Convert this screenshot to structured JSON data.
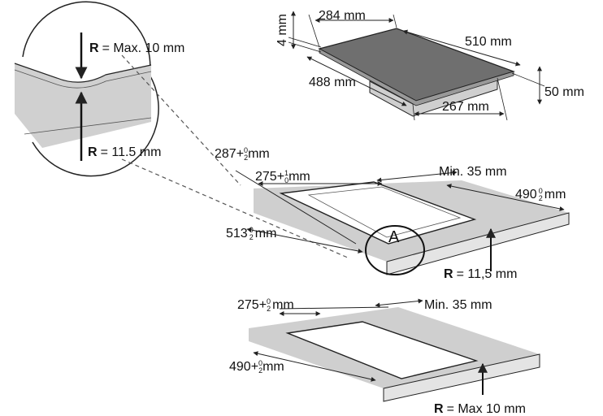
{
  "hob": {
    "depth_top": "284 mm",
    "width": "510 mm",
    "thickness": "4 mm",
    "depth_bottom": "488 mm",
    "inner_width": "267 mm",
    "height": "50 mm"
  },
  "detail": {
    "r_top_prefix": "R",
    "r_top_value": "= Max. 10 mm",
    "r_bottom_prefix": "R",
    "r_bottom_value": "= 11.5 mm"
  },
  "cutout_a": {
    "dim_287": "287+",
    "dim_287_tol_top": "0",
    "dim_287_tol_bot": "2",
    "dim_287_unit": "mm",
    "dim_275": "275+",
    "dim_275_tol_top": "1",
    "dim_275_tol_bot": "0",
    "dim_275_unit": "mm",
    "min": "Min. 35 mm",
    "dim_490": "490",
    "dim_490_tol_top": "0",
    "dim_490_tol_bot": "2",
    "dim_490_unit": "mm",
    "dim_513": "513",
    "dim_513_tol_top": "0",
    "dim_513_tol_bot": "2",
    "dim_513_unit": "mm",
    "circle_label": "A",
    "r_prefix": "R",
    "r_value": "= 11,5 mm"
  },
  "cutout_b": {
    "dim_275": "275+",
    "dim_275_tol_top": "0",
    "dim_275_tol_bot": "2",
    "dim_275_unit": "mm",
    "min": "Min. 35 mm",
    "dim_490": "490+",
    "dim_490_tol_top": "0",
    "dim_490_tol_bot": "2",
    "dim_490_unit": "mm",
    "r_prefix": "R",
    "r_value": "= Max 10 mm"
  },
  "colors": {
    "worktop": "#c9c9c9",
    "glass": "#6f6f6f",
    "line": "#222222"
  }
}
